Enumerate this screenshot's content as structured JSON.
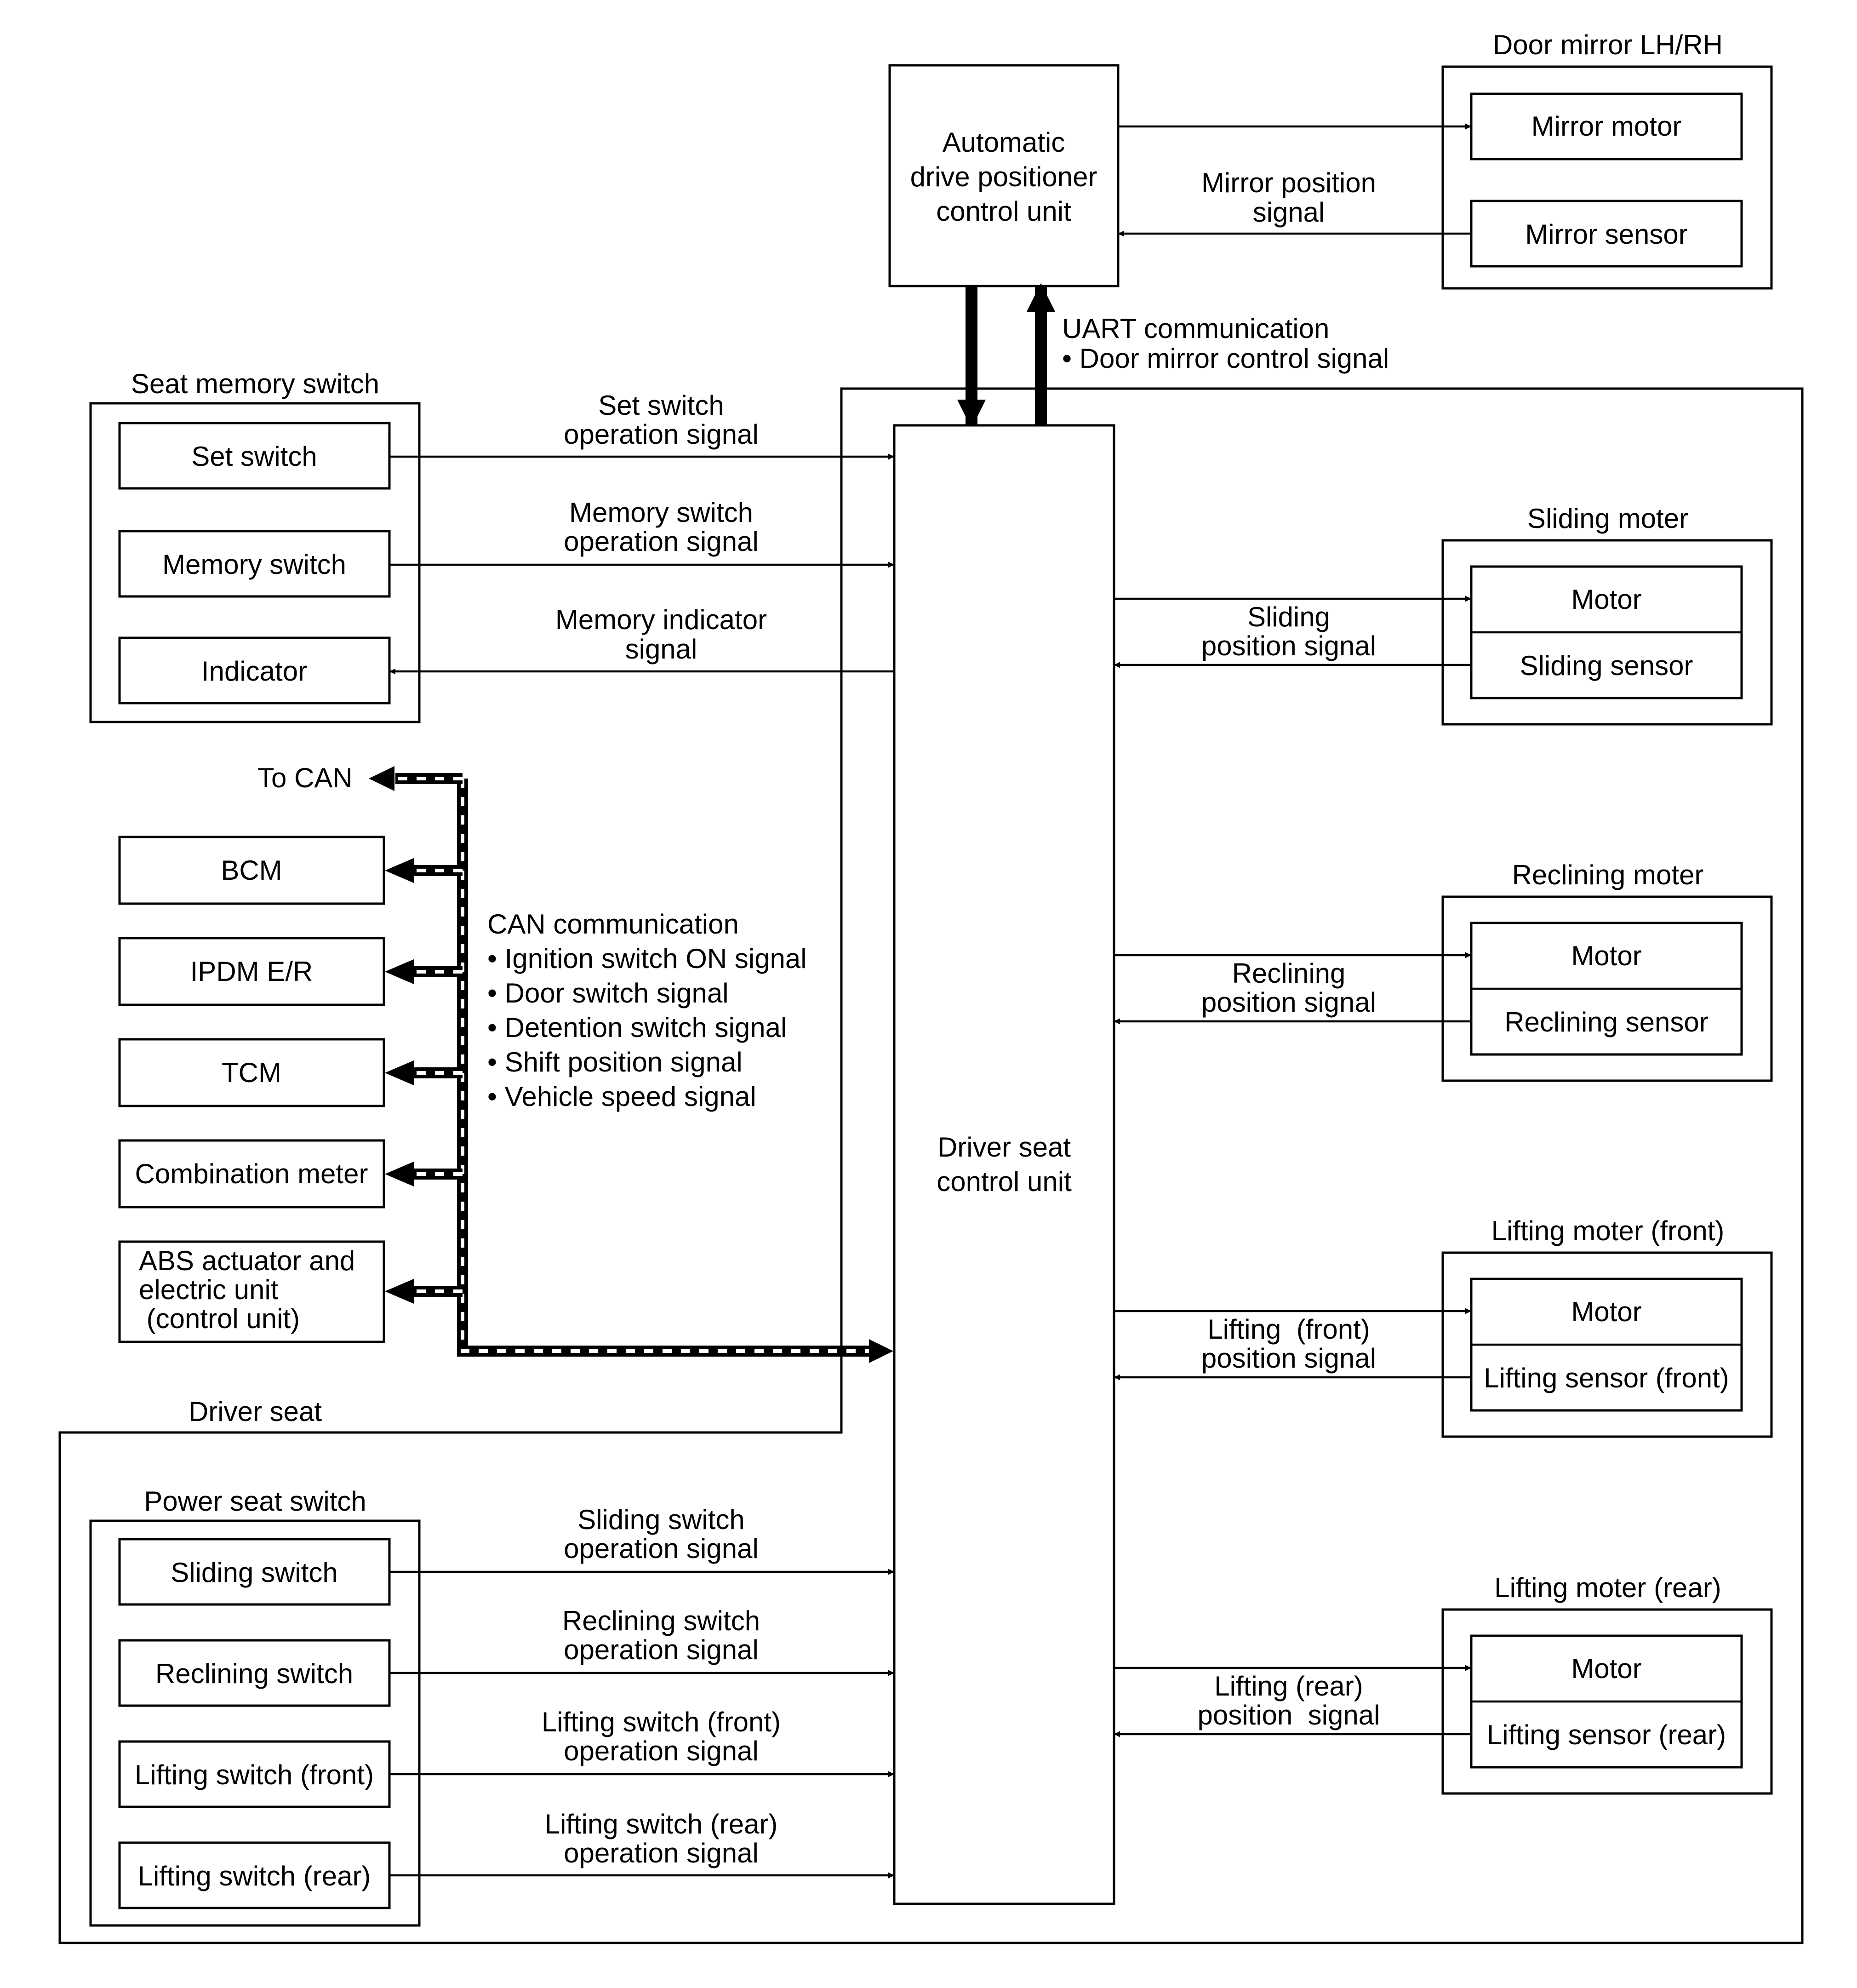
{
  "driver_seat_label": "Driver seat",
  "adp_unit": [
    "Automatic",
    "drive positioner",
    "control unit"
  ],
  "door_mirror": {
    "title": "Door mirror LH/RH",
    "motor": "Mirror motor",
    "sensor": "Mirror sensor",
    "position_signal": [
      "Mirror position",
      "signal"
    ]
  },
  "uart": [
    "UART communication",
    "• Door mirror control  signal"
  ],
  "seat_memory_switch": {
    "title": "Seat memory switch",
    "set_switch": "Set switch",
    "memory_switch": "Memory switch",
    "indicator": "Indicator",
    "set_signal": [
      "Set switch",
      "operation signal"
    ],
    "memory_signal": [
      "Memory switch",
      "operation signal"
    ],
    "indicator_signal": [
      "Memory indicator",
      "signal"
    ]
  },
  "can": {
    "to_can": "To CAN",
    "nodes": [
      "BCM",
      "IPDM E/R",
      "TCM",
      "Combination meter"
    ],
    "abs": [
      "ABS actuator and",
      "electric unit",
      " (control unit)"
    ],
    "signals": [
      "CAN communication",
      "• Ignition switch ON signal",
      "• Door switch signal",
      "• Detention switch signal",
      "• Shift position signal",
      "• Vehicle speed signal"
    ]
  },
  "control_unit": [
    "Driver seat",
    "control unit"
  ],
  "power_seat_switch": {
    "title": "Power seat switch",
    "switches": [
      "Sliding switch",
      "Reclining switch",
      "Lifting switch (front)",
      "Lifting switch (rear)"
    ],
    "signals": [
      [
        "Sliding switch",
        "operation signal"
      ],
      [
        "Reclining switch",
        "operation signal"
      ],
      [
        "Lifting switch (front)",
        "operation signal"
      ],
      [
        "Lifting switch (rear)",
        "operation signal"
      ]
    ]
  },
  "motors": [
    {
      "title": "Sliding moter",
      "motor": "Motor",
      "sensor": "Sliding sensor",
      "signal": [
        "Sliding",
        "position signal"
      ]
    },
    {
      "title": "Reclining moter",
      "motor": "Motor",
      "sensor": "Reclining sensor",
      "signal": [
        "Reclining",
        "position signal"
      ]
    },
    {
      "title": "Lifting moter (front)",
      "motor": "Motor",
      "sensor": "Lifting sensor (front)",
      "signal": [
        "Lifting  (front)",
        "position signal"
      ]
    },
    {
      "title": "Lifting moter (rear)",
      "motor": "Motor",
      "sensor": "Lifting sensor (rear)",
      "signal": [
        "Lifting (rear)",
        "position  signal"
      ]
    }
  ]
}
